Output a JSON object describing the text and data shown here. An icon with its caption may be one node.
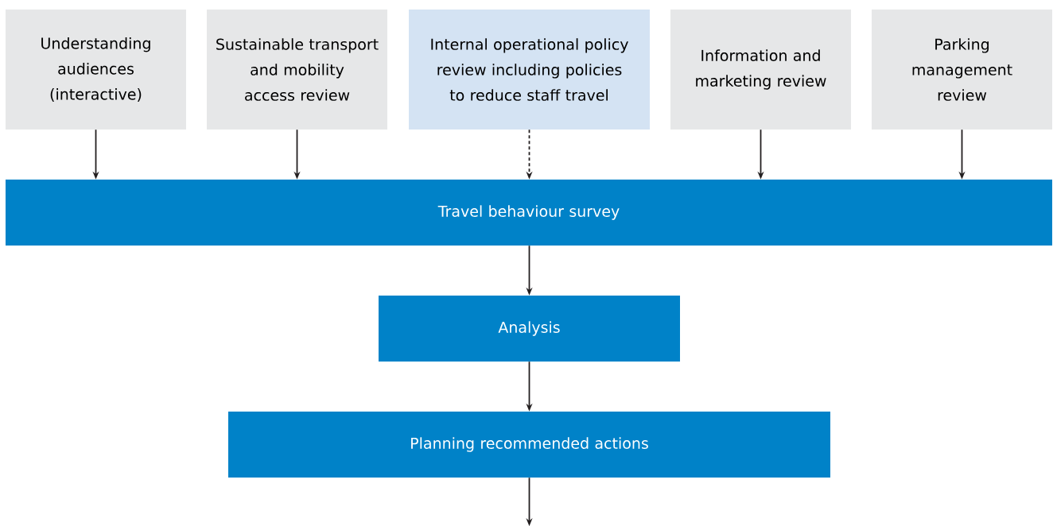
{
  "diagram": {
    "nodes": [
      {
        "text": [
          "Understanding audiences (interactive)"
        ]
      },
      {
        "text": [
          "Sustainable transport and mobility access review"
        ]
      },
      {
        "text": [
          "Internal operational policy review including policies to reduce staff travel"
        ]
      },
      {
        "text": [
          "Information and marketing review"
        ]
      },
      {
        "text": [
          "Parking management review"
        ]
      },
      {
        "text": [
          "Travel behaviour survey"
        ]
      },
      {
        "text": [
          "Analysis"
        ]
      },
      {
        "text": [
          "Planning recommended actions"
        ]
      }
    ],
    "edges": [
      {
        "from": 0,
        "to": 5,
        "arrow": "to"
      },
      {
        "from": 1,
        "to": 5,
        "arrow": "to"
      },
      {
        "from": 2,
        "to": 5,
        "arrow": "to",
        "style": "dashed"
      },
      {
        "from": 3,
        "to": 5,
        "arrow": "to"
      },
      {
        "from": 4,
        "to": 5,
        "arrow": "to"
      },
      {
        "from": 5,
        "to": 6,
        "arrow": "to"
      },
      {
        "from": 6,
        "to": 7,
        "arrow": "to"
      },
      {
        "from": 7,
        "to": null,
        "arrow": "to"
      }
    ]
  }
}
